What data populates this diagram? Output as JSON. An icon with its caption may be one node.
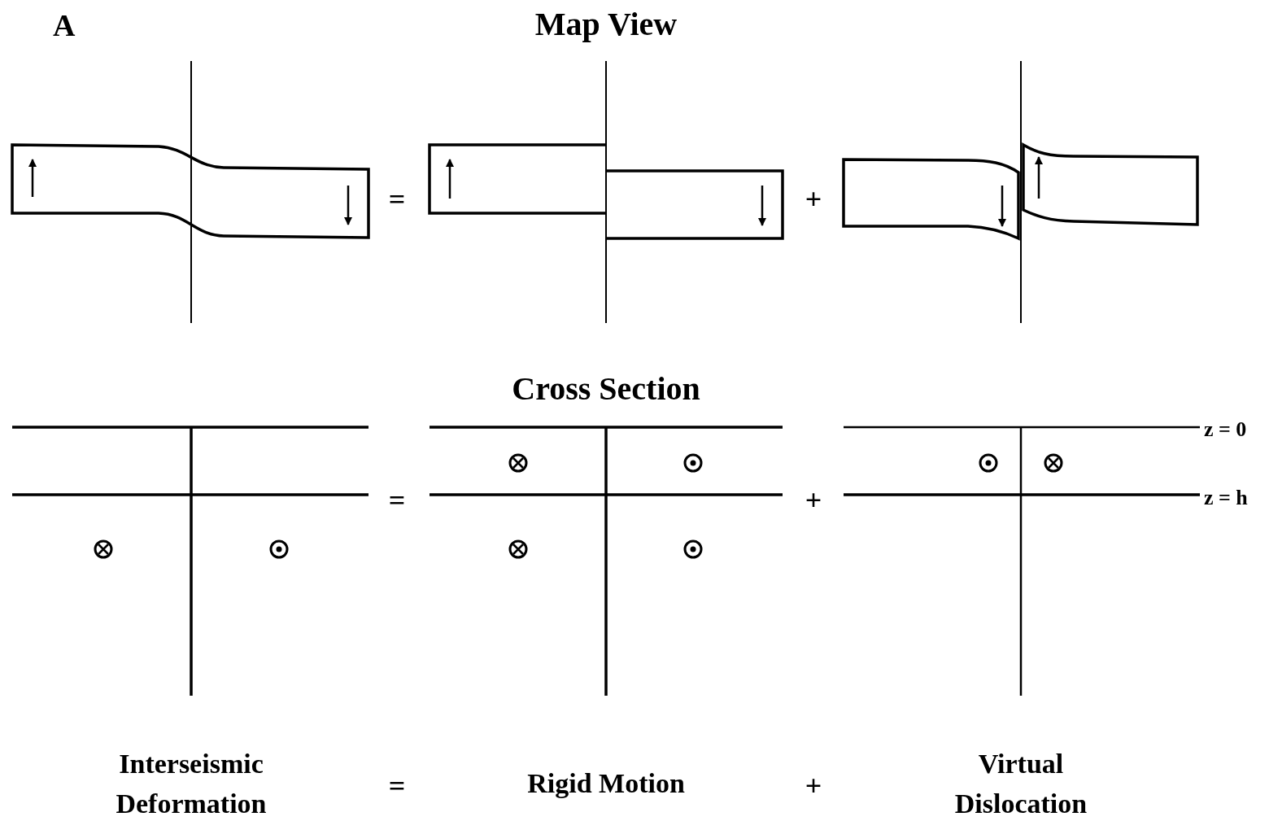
{
  "diagram": {
    "labels": [
      "A",
      "Map View",
      "=",
      "+",
      "Cross Section",
      "z = 0",
      "=",
      "+",
      "z = h",
      "Interseismic Deformation",
      "=",
      "Rigid Motion",
      "+",
      "Virtual Dislocation"
    ]
  }
}
